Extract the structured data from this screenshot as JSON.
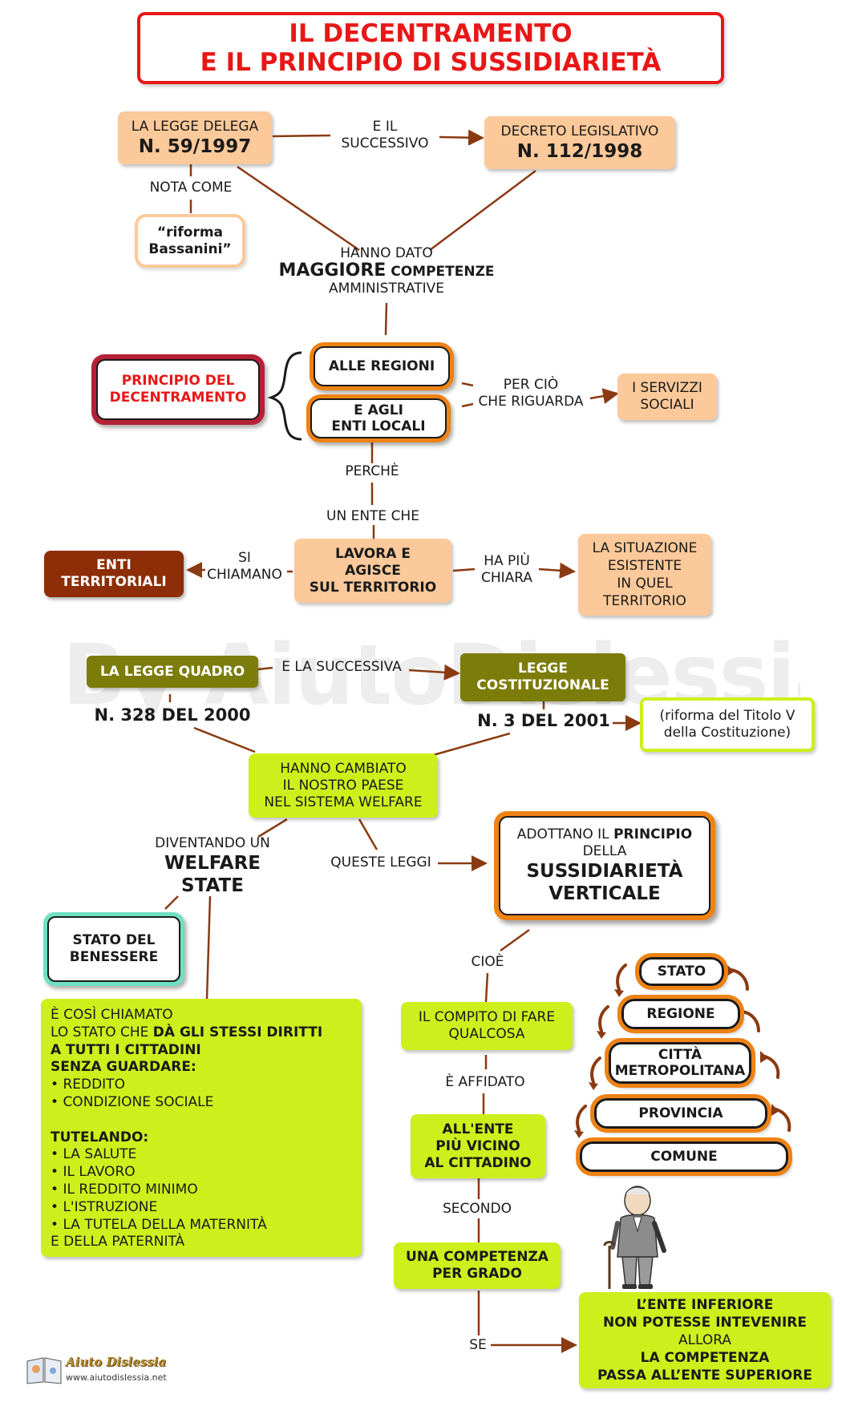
{
  "title": {
    "line1": "IL DECENTRAMENTO",
    "line2": "E IL PRINCIPIO DI SUSSIDIARIETÀ"
  },
  "watermark": "By AiutoDislessia.net",
  "legge_delega": {
    "line1": "LA LEGGE DELEGA",
    "line2": "N. 59/1997"
  },
  "e_il_successivo": {
    "line1": "E IL",
    "line2": "SUCCESSIVO"
  },
  "decreto": {
    "line1": "DECRETO LEGISLATIVO",
    "line2": "N. 112/1998"
  },
  "nota_come": "NOTA COME",
  "riforma_bassanini": {
    "line1": "“riforma",
    "line2": "Bassanini”"
  },
  "hanno_dato": {
    "line1": "HANNO DATO",
    "line2a": "MAGGIORE",
    "line2b": "COMPETENZE",
    "line3": "AMMINISTRATIVE"
  },
  "principio_decentramento": {
    "line1": "PRINCIPIO DEL",
    "line2": "DECENTRAMENTO"
  },
  "alle_regioni": "ALLE REGIONI",
  "enti_locali": {
    "line1": "E AGLI",
    "line2": "ENTI LOCALI"
  },
  "per_cio": {
    "line1": "PER CIÒ",
    "line2": "CHE RIGUARDA"
  },
  "servizi_sociali": {
    "line1": "I SERVIZZI",
    "line2": "SOCIALI"
  },
  "perche": "PERCHÈ",
  "un_ente_che": "UN ENTE CHE",
  "lavora": {
    "line1": "LAVORA E",
    "line2": "AGISCE",
    "line3": "SUL TERRITORIO"
  },
  "si_chiamano": {
    "line1": "SI",
    "line2": "CHIAMANO"
  },
  "enti_territoriali": {
    "line1": "ENTI",
    "line2": "TERRITORIALI"
  },
  "ha_piu_chiara": {
    "line1": "HA PIÙ",
    "line2": "CHIARA"
  },
  "situazione": {
    "line1": "LA SITUAZIONE",
    "line2": "ESISTENTE",
    "line3": "IN QUEL",
    "line4": "TERRITORIO"
  },
  "legge_quadro": "LA LEGGE QUADRO",
  "n328": "N. 328 DEL 2000",
  "e_la_successiva": "E LA SUCCESSIVA",
  "legge_costituzionale": {
    "line1": "LEGGE",
    "line2": "COSTITUZIONALE"
  },
  "n3": "N. 3 DEL 2001",
  "riforma_titolo": {
    "line1": "(riforma del Titolo V",
    "line2": "della Costituzione)"
  },
  "hanno_cambiato": {
    "line1": "HANNO CAMBIATO",
    "line2": "IL NOSTRO PAESE",
    "line3": "NEL SISTEMA WELFARE"
  },
  "diventando": {
    "line1": "DIVENTANDO UN",
    "line2": "WELFARE",
    "line3": "STATE"
  },
  "queste_leggi": "QUESTE LEGGI",
  "adottano": {
    "line1a": "ADOTTANO IL",
    "line1b": "PRINCIPIO",
    "line2": "DELLA",
    "line3": "SUSSIDIARIETÀ",
    "line4": "VERTICALE"
  },
  "stato_benessere": {
    "line1": "STATO DEL",
    "line2": "BENESSERE"
  },
  "welfare_box": {
    "line1": "È COSÌ CHIAMATO",
    "line2a": "LO STATO CHE",
    "line2b": "DÀ GLI STESSI DIRITTI",
    "line3": "A TUTTI I CITTADINI",
    "line4": "SENZA GUARDARE:",
    "list1": [
      "REDDITO",
      "CONDIZIONE SOCIALE"
    ],
    "tutelando": "TUTELANDO:",
    "list2": [
      "LA SALUTE",
      "IL LAVORO",
      "IL REDDITO MINIMO",
      "L'ISTRUZIONE",
      "LA TUTELA DELLA MATERNITÀ"
    ],
    "last": "E DELLA PATERNITÀ"
  },
  "cioe": "CIOÈ",
  "compito": {
    "line1": "IL COMPITO DI FARE",
    "line2": "QUALCOSA"
  },
  "affidato": "È AFFIDATO",
  "ente_vicino": {
    "line1": "ALL'ENTE",
    "line2": "PIÙ VICINO",
    "line3": "AL CITTADINO"
  },
  "secondo": "SECONDO",
  "competenza_grado": {
    "line1": "UNA COMPETENZA",
    "line2": "PER GRADO"
  },
  "se": "SE",
  "ente_inferiore": {
    "line1": "L’ENTE INFERIORE",
    "line2": "NON POTESSE INTEVENIRE",
    "line3": "ALLORA",
    "line4": "LA COMPETENZA",
    "line5": "PASSA ALL’ENTE SUPERIORE"
  },
  "levels": [
    "STATO",
    "REGIONE",
    "CITTÀ METROPOLITANA",
    "PROVINCIA",
    "COMUNE"
  ],
  "logo": {
    "name": "Aiuto Dislessia",
    "url": "www.aiutodislessia.net"
  },
  "colors": {
    "red": "#e81717",
    "orange": "#ee8214",
    "peach": "#fcc99a",
    "lime": "#cdf01c",
    "olive": "#7c7c0a",
    "brown": "#8d2e08",
    "arrow": "#8a3a12",
    "mint": "#6fe0c2"
  }
}
